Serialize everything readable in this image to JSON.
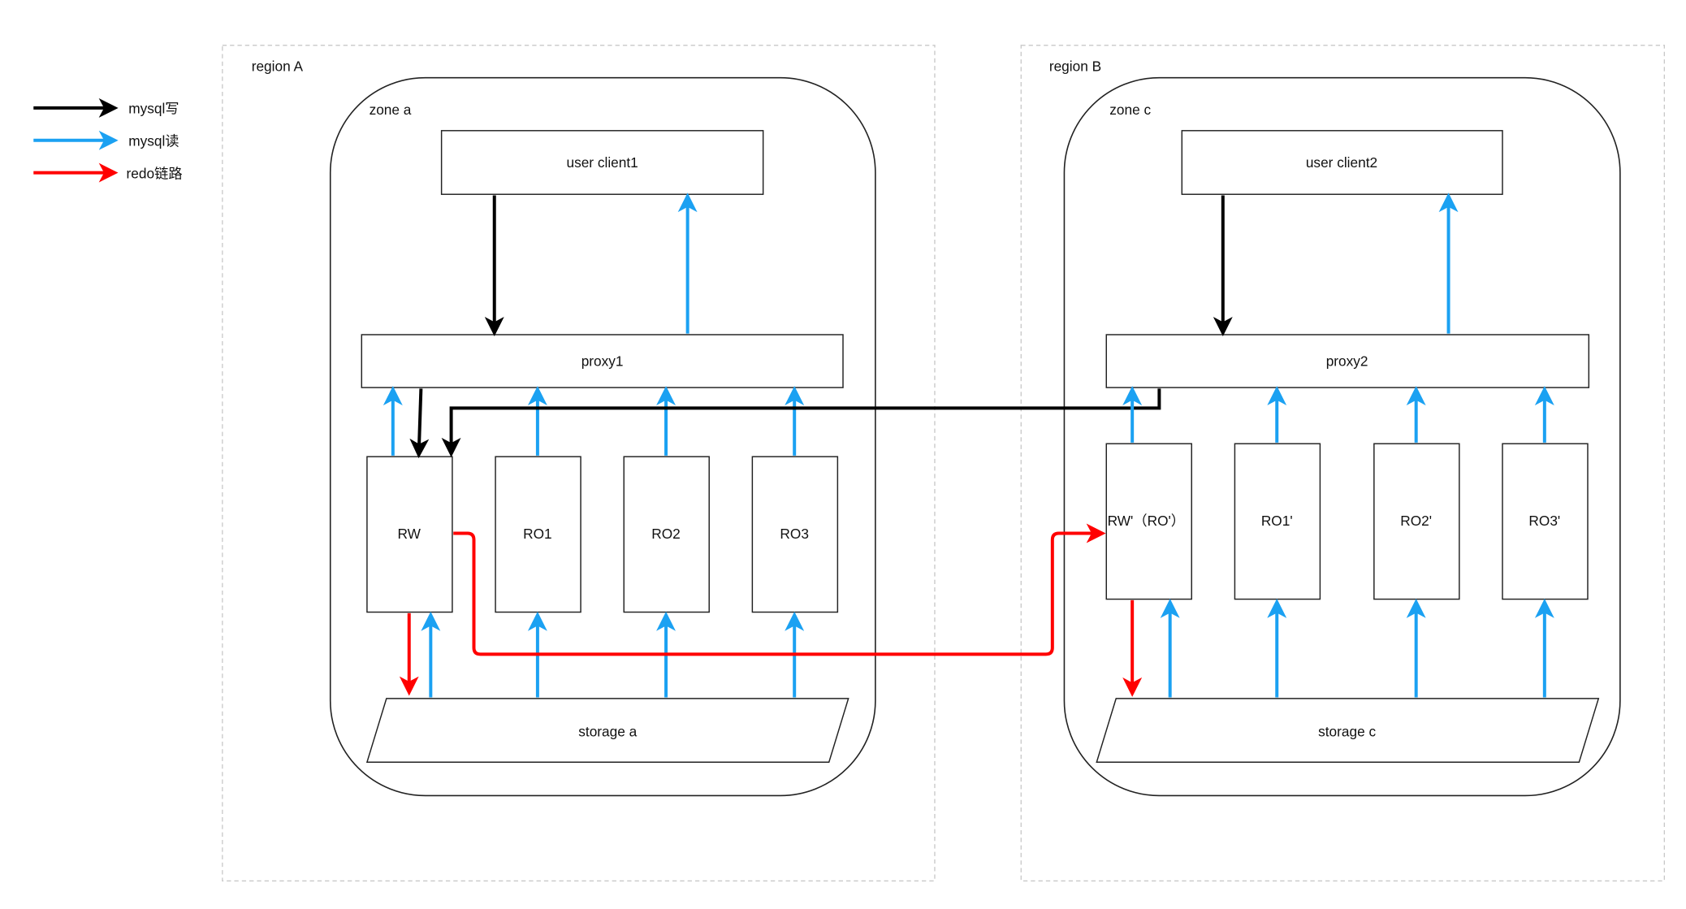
{
  "legend": {
    "items": [
      {
        "label": "mysql写",
        "kind": "write",
        "color": "#000000"
      },
      {
        "label": "mysql读",
        "kind": "read",
        "color": "#1ba1f2"
      },
      {
        "label": "redo链路",
        "kind": "redo",
        "color": "#ff0000"
      }
    ]
  },
  "regions": [
    {
      "label": "region A",
      "zone": {
        "label": "zone a",
        "client": "user client1",
        "proxy": "proxy1",
        "nodes": [
          "RW",
          "RO1",
          "RO2",
          "RO3"
        ],
        "storage": "storage a"
      }
    },
    {
      "label": "region B",
      "zone": {
        "label": "zone c",
        "client": "user client2",
        "proxy": "proxy2",
        "nodes": [
          "RW'（RO'）",
          "RO1'",
          "RO2'",
          "RO3'"
        ],
        "storage": "storage c"
      }
    }
  ],
  "colors": {
    "write": "#000000",
    "read": "#1ba1f2",
    "redo": "#ff0000"
  }
}
